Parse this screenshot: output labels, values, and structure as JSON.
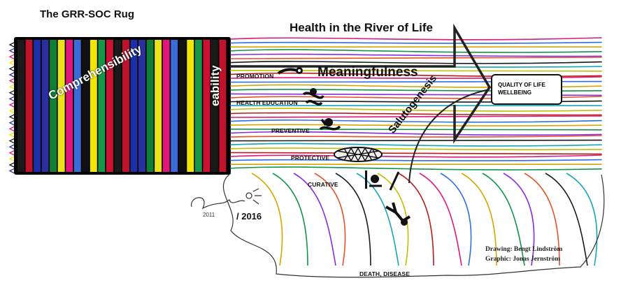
{
  "title": "The GRR-SOC Rug",
  "river_title": "Health in the River of Life",
  "rug_words": {
    "comprehensibility": "Comprehensibility",
    "manageability": "eability"
  },
  "meaningfulness": "Meaningfulness",
  "salutogenesis": "Salutogenesis",
  "stages": {
    "promotion": "PROMOTION",
    "health_education": "HEALTH EDUCATION",
    "preventive": "PREVENTIVE",
    "protective": "PROTECTIVE",
    "curative": "CURATIVE",
    "death": "DEATH, DISEASE"
  },
  "qol": {
    "line1": "QUALITY OF LIFE",
    "line2": "WELLBEING"
  },
  "year": "/ 2016",
  "credits": {
    "drawing": "Drawing: Bengt Lindström",
    "graphic": "Graphic: Jonas Jernström"
  },
  "colors": {
    "rug_stripes": [
      "#1a1a1a",
      "#c0132b",
      "#1b2fa6",
      "#2a2f9e",
      "#0e7f35",
      "#e9e21a",
      "#e0167a",
      "#3a6cd8",
      "#111111",
      "#f2e600",
      "#159648",
      "#cc1230"
    ],
    "river_lines": [
      "#e0167a",
      "#2f6fe0",
      "#d8a500",
      "#139448",
      "#8a2be2",
      "#e6512a",
      "#1a1a1a",
      "#17a3b8",
      "#c0c000",
      "#b71c1c"
    ]
  }
}
